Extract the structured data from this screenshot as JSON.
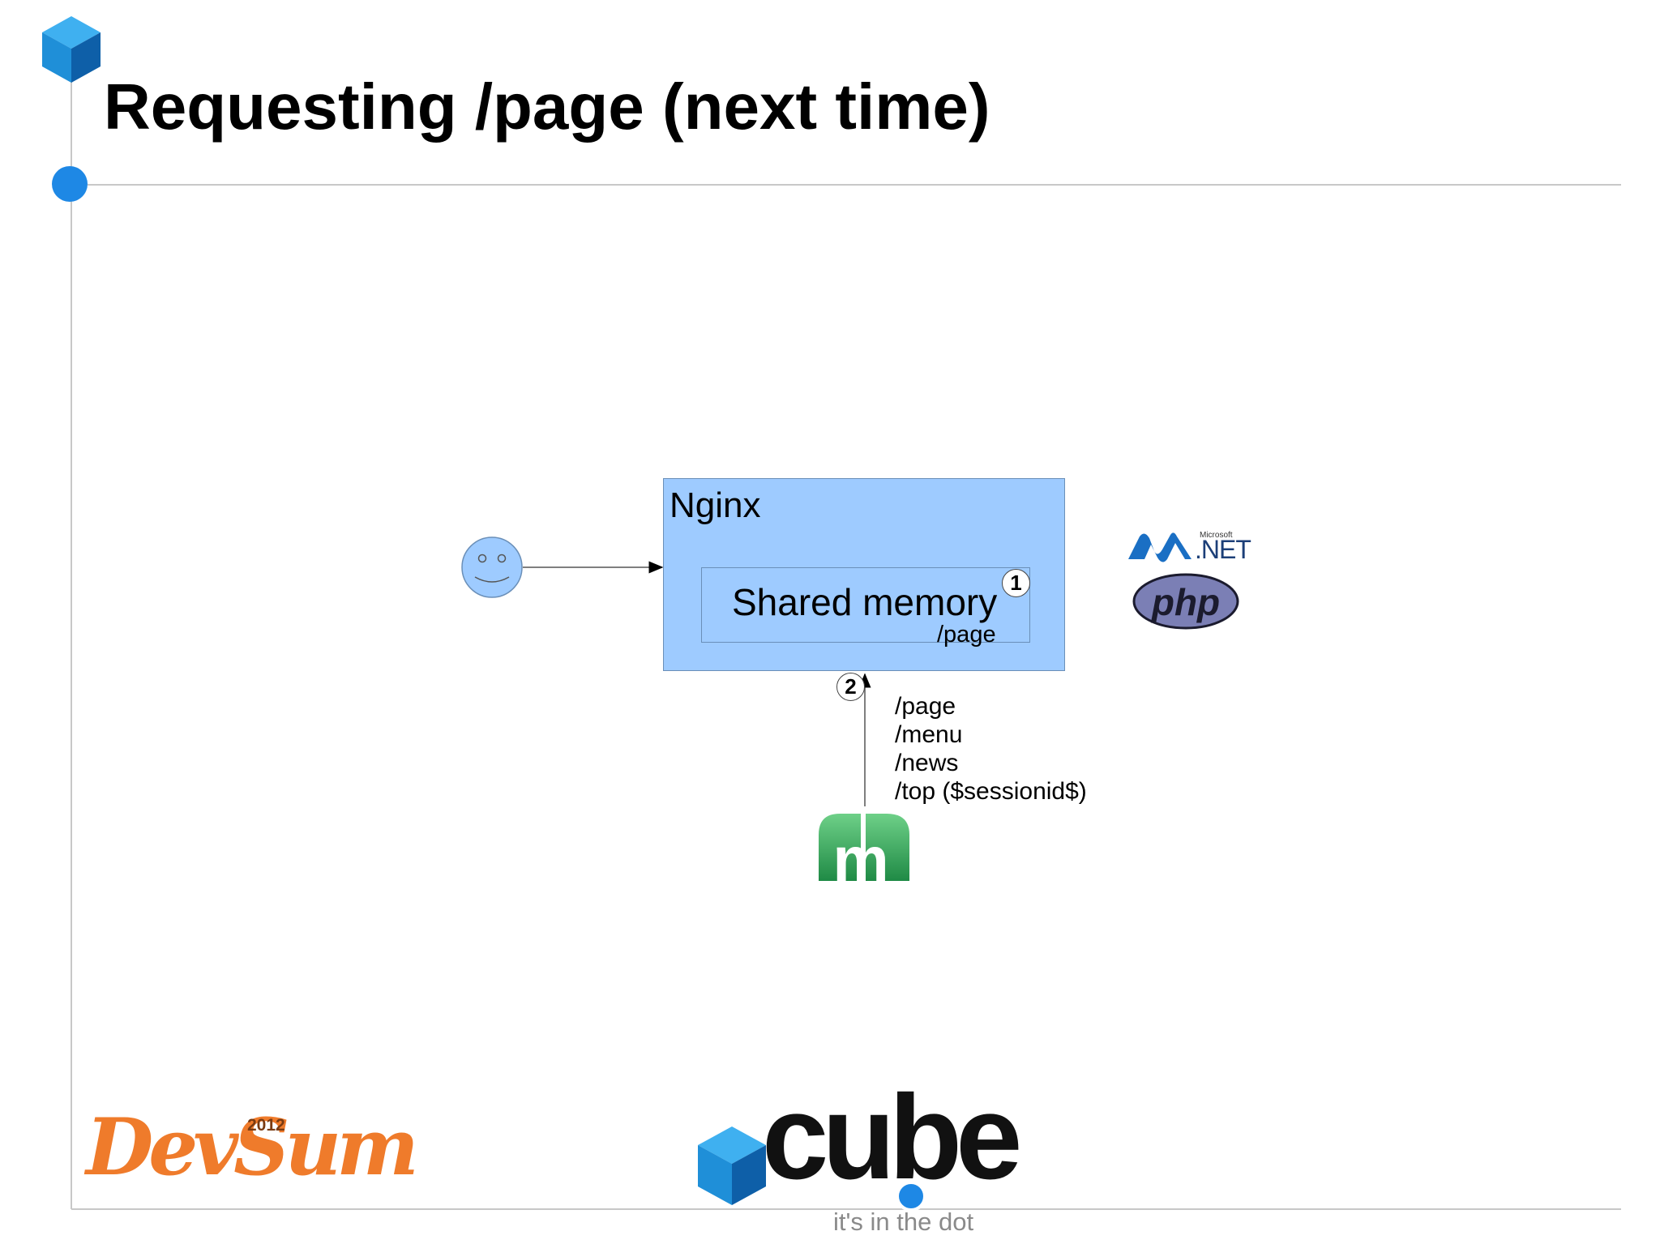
{
  "slide": {
    "title": "Requesting /page (next time)"
  },
  "diagram": {
    "nginx_label": "Nginx",
    "shared_memory_label": "Shared memory",
    "shared_memory_key": "/page",
    "step_badges": [
      "1",
      "2"
    ],
    "routes": [
      "/page",
      "/menu",
      "/news",
      "/top ($sessionid$)"
    ],
    "client_icon": "smiley-face-icon",
    "backend_icon": "memcached-icon"
  },
  "tech_logos": {
    "microsoft_label": "Microsoft",
    "dotnet_label": ".NET",
    "php_label": "php"
  },
  "footer": {
    "devsum_label": "DevSum",
    "devsum_year": "2012",
    "company_name": "cube",
    "tagline": "it's in the dot"
  },
  "colors": {
    "nginx_fill": "#9ecbff",
    "accent_blue": "#1e88e5",
    "devsum_orange": "#ef7b2b",
    "memcached_green": "#2fa25a"
  }
}
